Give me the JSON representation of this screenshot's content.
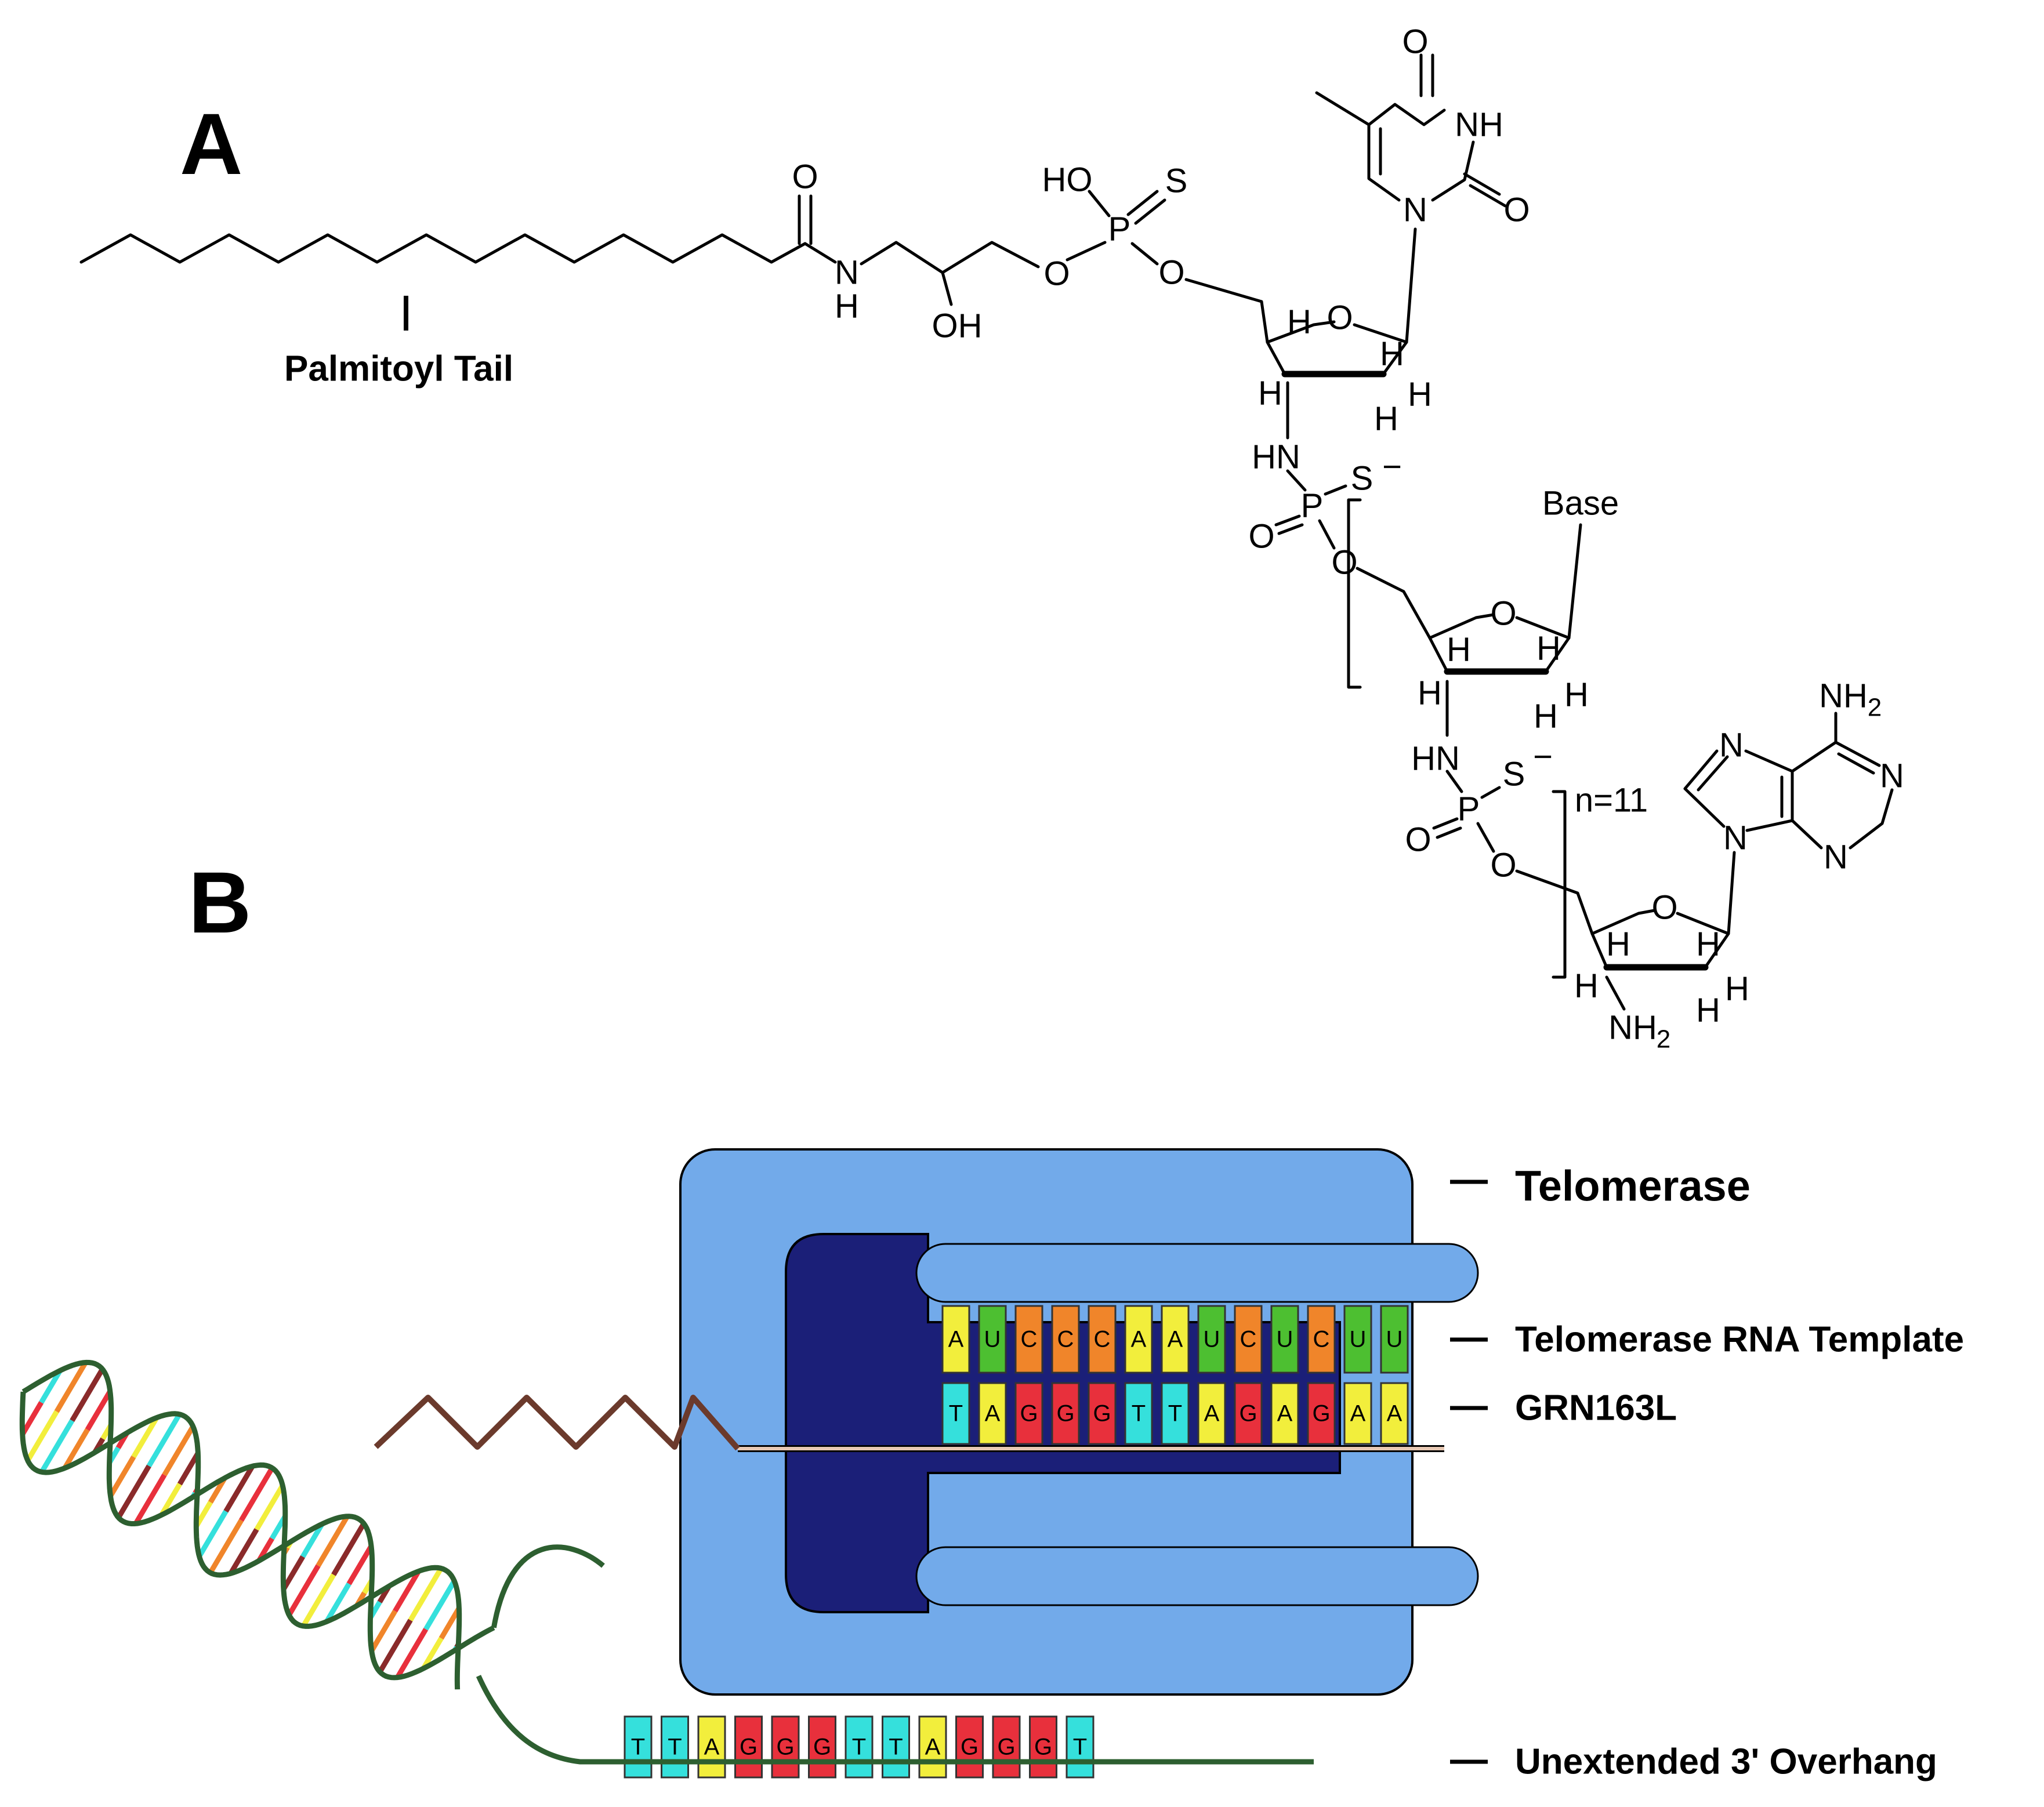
{
  "panels": {
    "a": "A",
    "b": "B"
  },
  "structure": {
    "tail_label": "Palmitoyl Tail",
    "atoms": {
      "O": "O",
      "N": "N",
      "H": "H",
      "OH": "OH",
      "HO": "HO",
      "S": "S",
      "P": "P",
      "NH": "NH",
      "HN": "HN",
      "NH2": "NH",
      "sub2": "2",
      "S_minus": "S",
      "minus": "−",
      "Base": "Base",
      "n": "n=11",
      "eq": "="
    }
  },
  "labels": {
    "telomerase": "Telomerase",
    "template": "Telomerase RNA Template",
    "grn": "GRN163L",
    "overhang": "Unextended 3' Overhang"
  },
  "sequences": {
    "template": [
      "A",
      "U",
      "C",
      "C",
      "C",
      "A",
      "A",
      "U",
      "C",
      "U",
      "C",
      "U",
      "U"
    ],
    "grn": [
      "T",
      "A",
      "G",
      "G",
      "G",
      "T",
      "T",
      "A",
      "G",
      "A",
      "G",
      "A",
      "A"
    ],
    "overhang": [
      "T",
      "T",
      "A",
      "G",
      "G",
      "G",
      "T",
      "T",
      "A",
      "G",
      "G",
      "G",
      "T"
    ]
  },
  "colors": {
    "A": "#f2ee3c",
    "U": "#4dbf31",
    "C": "#f0852a",
    "T": "#35e0dc",
    "G": "#e8303c",
    "telomerase_body": "#72aaea",
    "telomerase_core": "#1b1f78",
    "dna_strand": "#2d5f30",
    "grn_line": "#6b3a2c"
  }
}
